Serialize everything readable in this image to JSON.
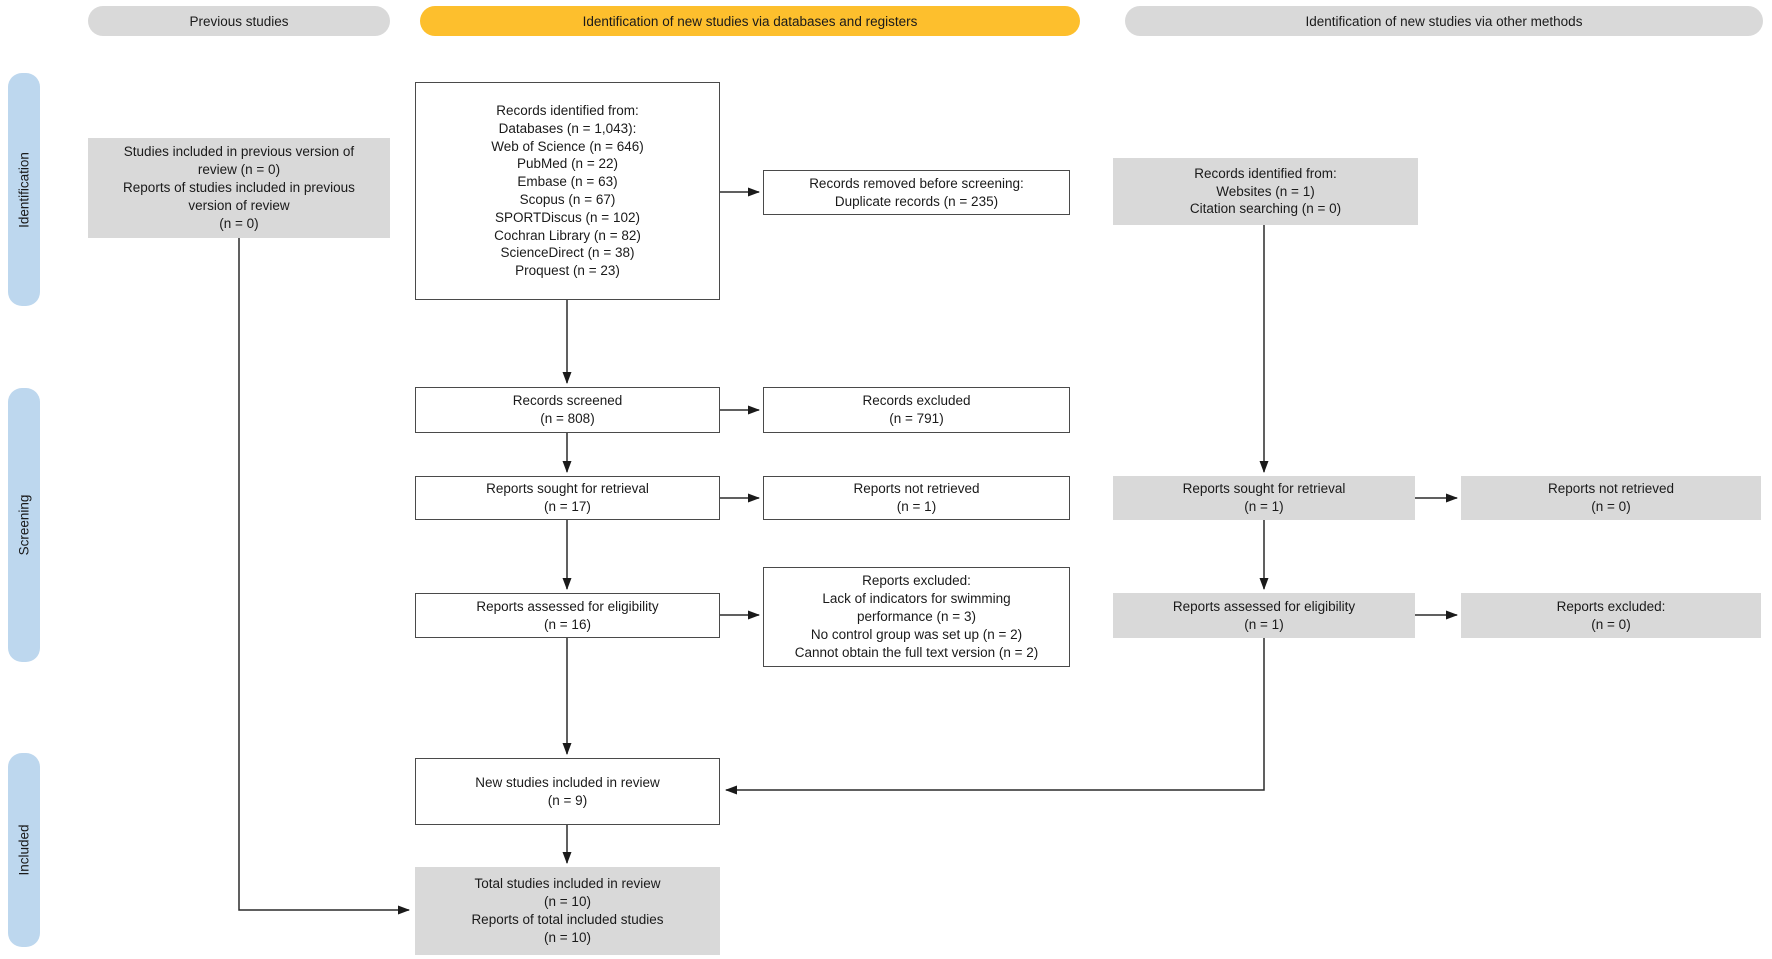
{
  "headers": {
    "previous": "Previous studies",
    "databases": "Identification of new studies via databases and registers",
    "other_methods": "Identification of new studies via other methods"
  },
  "stages": {
    "identification": "Identification",
    "screening": "Screening",
    "included": "Included"
  },
  "colors": {
    "header_yellow": "#fdbf2d",
    "header_gray": "#d9d9d9",
    "stage_blue": "#bdd7ee",
    "box_gray": "#d9d9d9",
    "box_white": "#ffffff",
    "line": "#2b2b2b"
  },
  "boxes": {
    "previous_studies": "Studies included in previous version of\nreview (n = 0)\nReports of studies included in previous\nversion of review\n(n = 0)",
    "records_identified_db": "Records identified from:\nDatabases (n = 1,043):\nWeb of Science (n = 646)\nPubMed (n = 22)\nEmbase (n = 63)\nScopus (n = 67)\nSPORTDiscus (n = 102)\nCochran Library (n = 82)\nScienceDirect (n = 38)\nProquest (n = 23)",
    "records_removed": "Records removed before screening:\nDuplicate records (n = 235)",
    "records_screened": "Records screened\n(n = 808)",
    "records_excluded": "Records excluded\n(n = 791)",
    "reports_sought_db": "Reports sought for retrieval\n(n = 17)",
    "reports_not_retrieved_db": "Reports not retrieved\n(n = 1)",
    "reports_assessed_db": "Reports assessed for eligibility\n(n = 16)",
    "reports_excluded_db": "Reports excluded:\nLack of indicators for swimming\nperformance (n = 3)\nNo control group was set up (n = 2)\nCannot obtain the full text version (n = 2)",
    "new_studies_included": "New studies included in review\n(n = 9)",
    "total_studies_included": "Total studies included in review\n(n = 10)\nReports of total included studies\n(n = 10)",
    "records_identified_other": "Records identified from:\nWebsites (n = 1)\nCitation searching (n = 0)",
    "reports_sought_other": "Reports sought for retrieval\n(n = 1)",
    "reports_not_retrieved_other": "Reports not retrieved\n(n = 0)",
    "reports_assessed_other": "Reports assessed for eligibility\n(n = 1)",
    "reports_excluded_other": "Reports excluded:\n(n = 0)"
  }
}
